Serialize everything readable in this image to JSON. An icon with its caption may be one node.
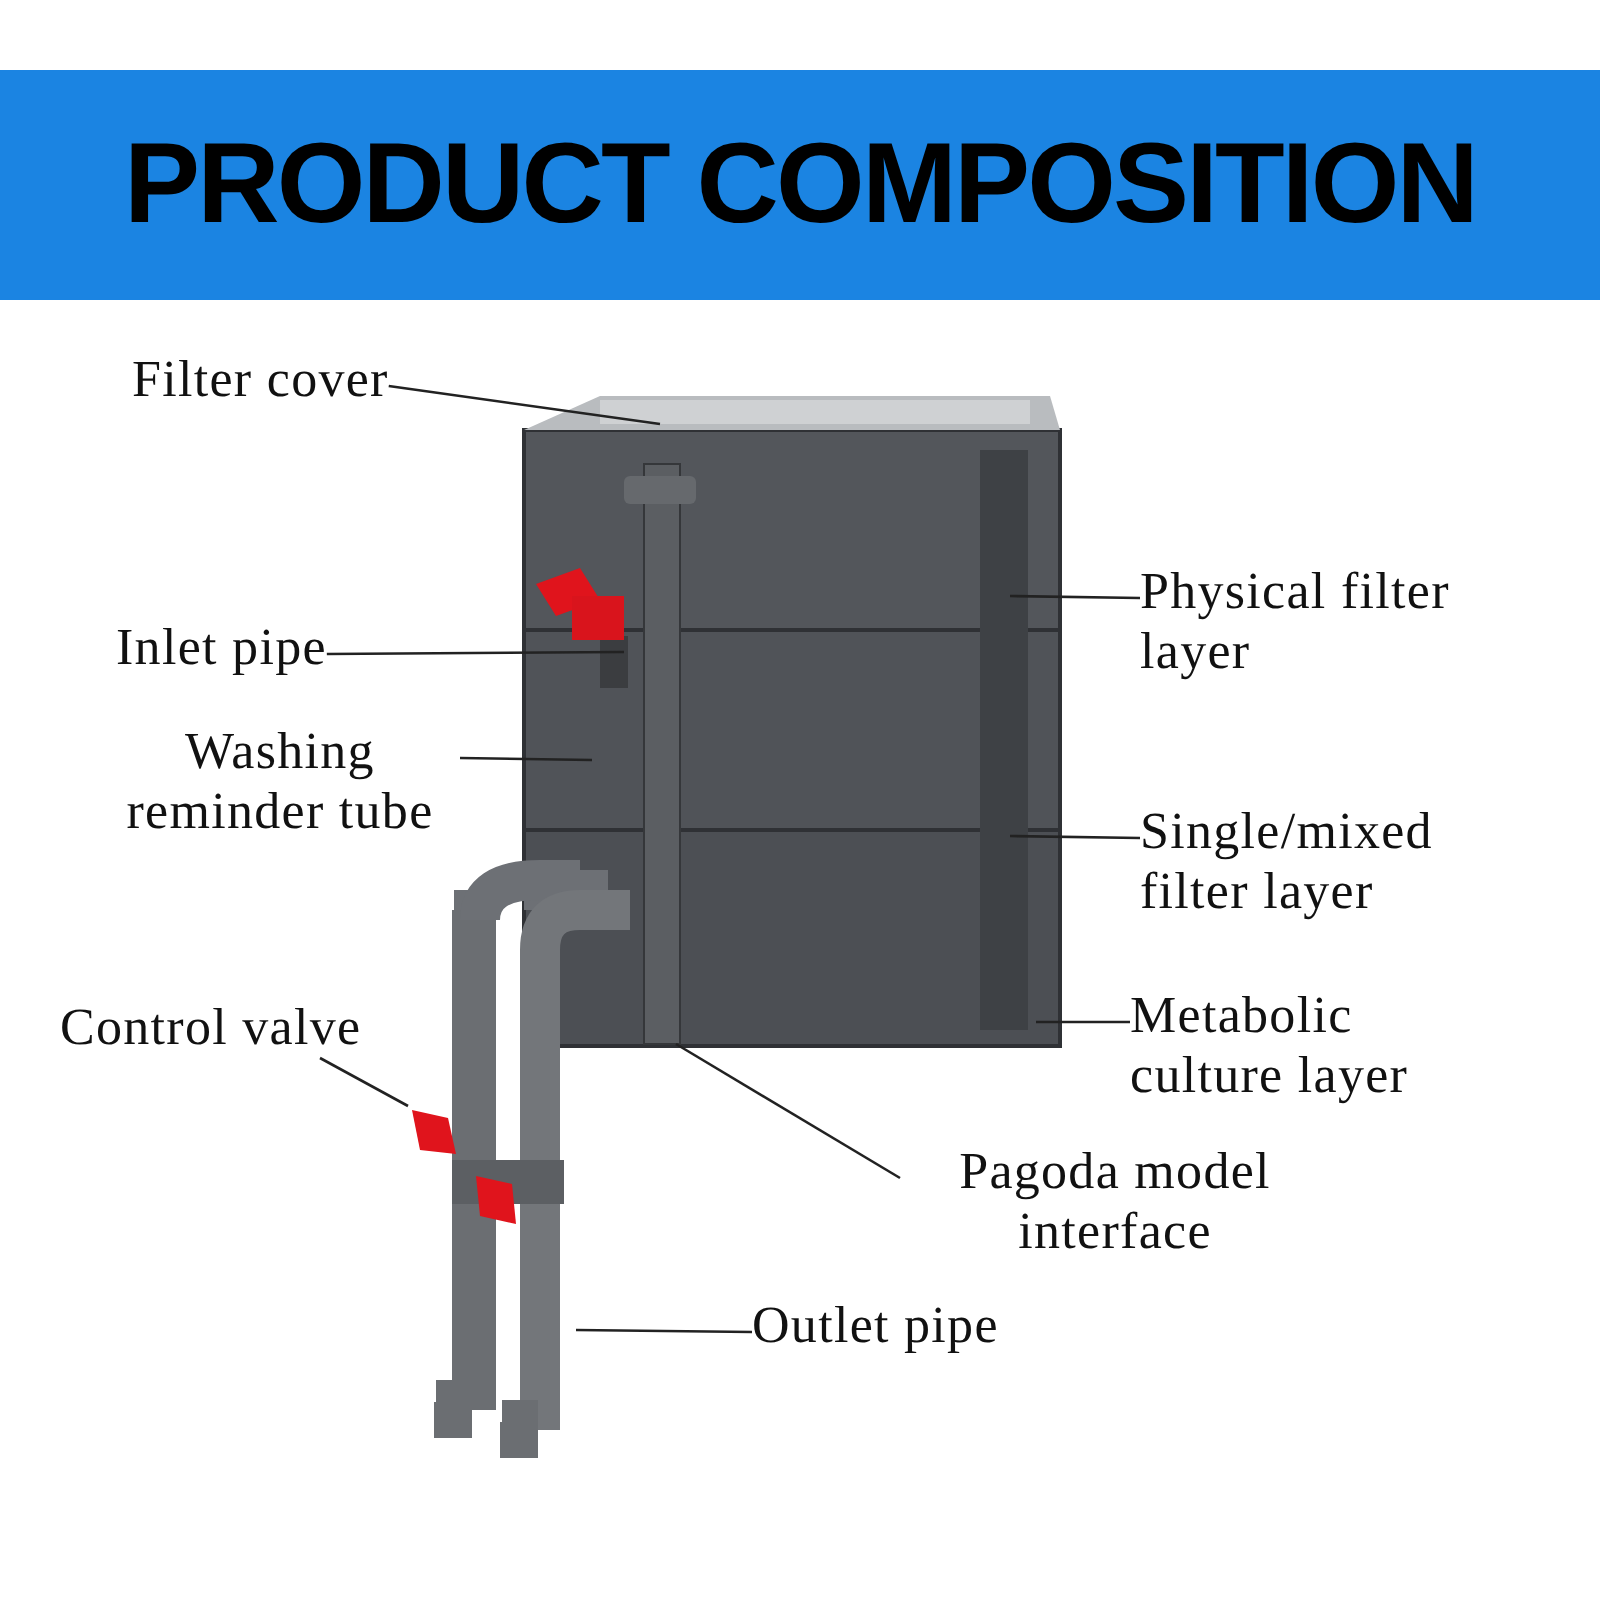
{
  "diagram": {
    "title": "PRODUCT COMPOSITION",
    "nodes": [
      {
        "text": [
          "Filter cover"
        ]
      },
      {
        "text": [
          "Inlet pipe"
        ]
      },
      {
        "text": [
          "Washing reminder tube"
        ]
      },
      {
        "text": [
          "Control valve"
        ]
      },
      {
        "text": [
          "Physical filter layer"
        ]
      },
      {
        "text": [
          "Single/mixed filter layer"
        ]
      },
      {
        "text": [
          "Metabolic culture layer"
        ]
      },
      {
        "text": [
          "Pagoda model interface"
        ]
      },
      {
        "text": [
          "Outlet pipe"
        ]
      }
    ],
    "edges": [
      {
        "from": 0,
        "to": null,
        "arrow": "none"
      },
      {
        "from": 1,
        "to": null,
        "arrow": "none"
      },
      {
        "from": 2,
        "to": null,
        "arrow": "none"
      },
      {
        "from": 3,
        "to": null,
        "arrow": "none"
      },
      {
        "from": 4,
        "to": null,
        "arrow": "none"
      },
      {
        "from": 5,
        "to": null,
        "arrow": "none"
      },
      {
        "from": 6,
        "to": null,
        "arrow": "none"
      },
      {
        "from": 7,
        "to": null,
        "arrow": "none"
      },
      {
        "from": 8,
        "to": null,
        "arrow": "none"
      }
    ]
  }
}
